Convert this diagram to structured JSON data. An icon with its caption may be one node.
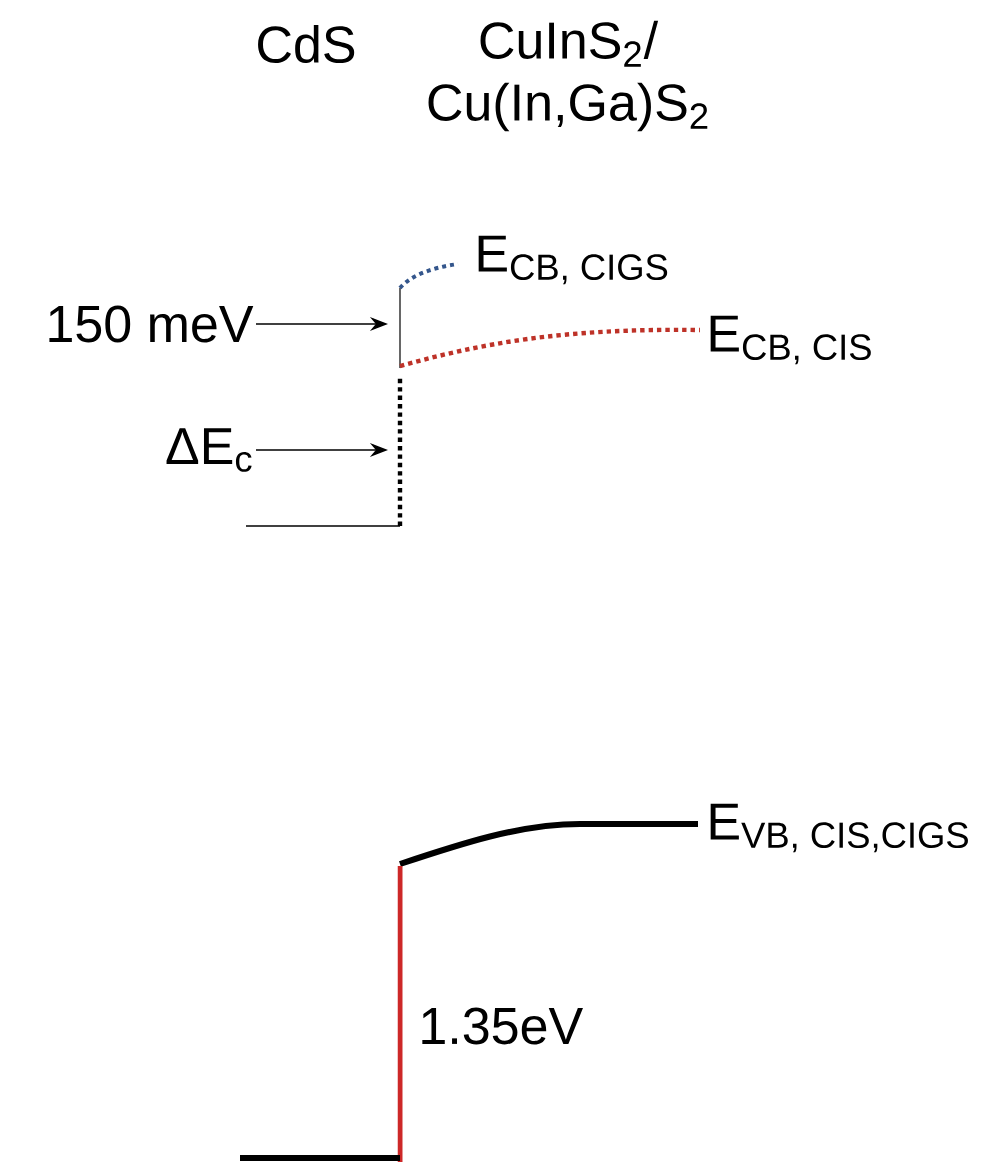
{
  "diagram": {
    "nodes": [
      {
        "text": [
          "150 meV"
        ]
      },
      {
        "text": [
          "ΔE$_{c}$"
        ]
      }
    ],
    "edges": [
      {
        "from": 0,
        "to": null,
        "arrow": "to"
      },
      {
        "from": 1,
        "to": null,
        "arrow": "to"
      }
    ],
    "labels": [
      "CdS",
      "CuInS$_{2}$/ Cu(In,Ga)S$_{2}$",
      "\\text{E}_{\\text{CB, CIGS}}",
      "\\text{E}_{\\text{CB, CIS}}",
      "\\text{E}_{\\text{VB, CIS,CIGS}}",
      "1.35eV"
    ]
  }
}
